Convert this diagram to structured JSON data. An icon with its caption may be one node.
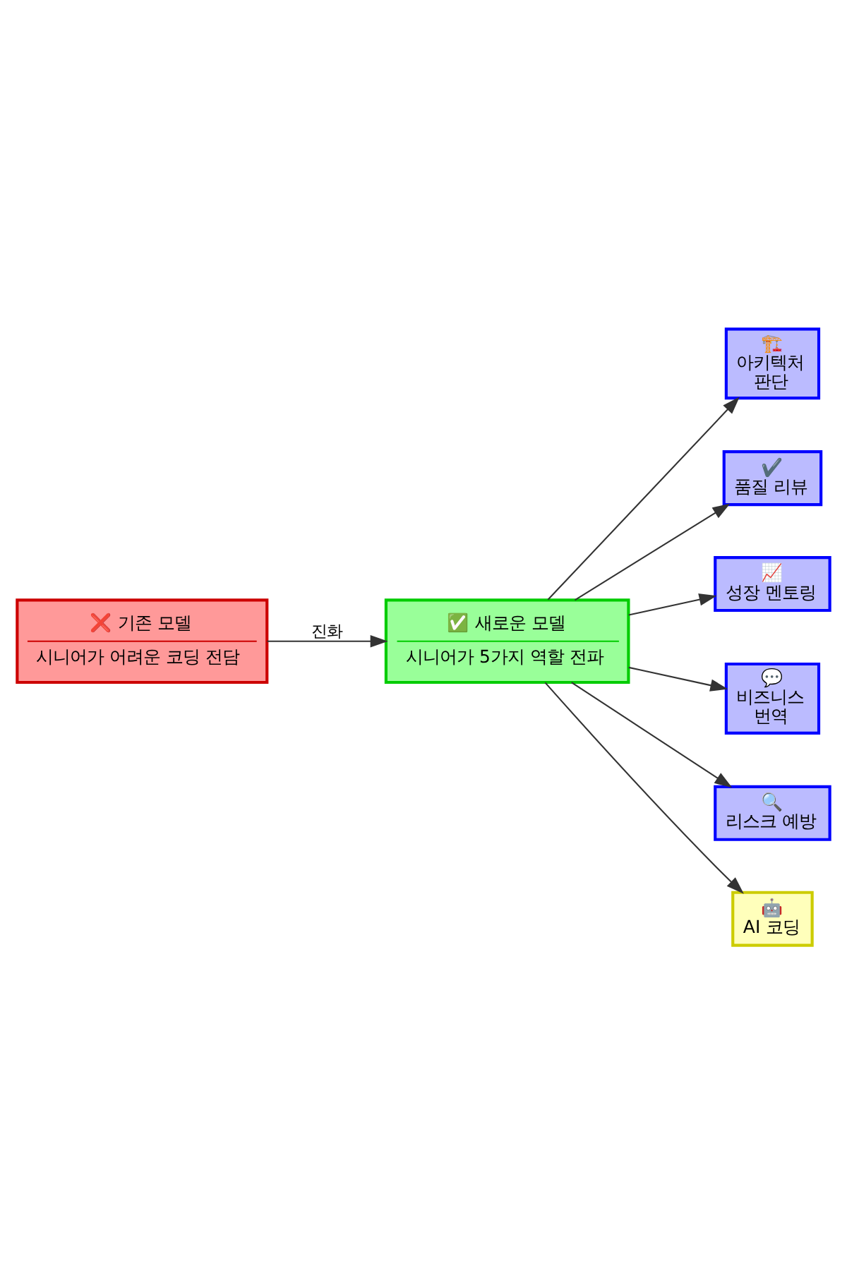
{
  "diagram": {
    "nodes": [
      {
        "text": [
          "❌ 기존 모델",
          "시니어가 어려운 코딩 전담"
        ]
      },
      {
        "text": [
          "✅ 새로운 모델",
          "시니어가 5가지 역할 전파"
        ]
      },
      {
        "text": [
          "🏗️ 아키텍처 판단"
        ]
      },
      {
        "text": [
          "✔️ 품질 리뷰"
        ]
      },
      {
        "text": [
          "📈 성장 멘토링"
        ]
      },
      {
        "text": [
          "💬 비즈니스 번역"
        ]
      },
      {
        "text": [
          "🔍 리스크 예방"
        ]
      },
      {
        "text": [
          "🤖 AI 코딩"
        ]
      }
    ],
    "edges": [
      {
        "from": 0,
        "to": 1,
        "arrow": "to",
        "label": "진화"
      },
      {
        "from": 1,
        "to": 2,
        "arrow": "to"
      },
      {
        "from": 1,
        "to": 3,
        "arrow": "to"
      },
      {
        "from": 1,
        "to": 4,
        "arrow": "to"
      },
      {
        "from": 1,
        "to": 5,
        "arrow": "to"
      },
      {
        "from": 1,
        "to": 6,
        "arrow": "to"
      },
      {
        "from": 1,
        "to": 7,
        "arrow": "to"
      }
    ]
  }
}
